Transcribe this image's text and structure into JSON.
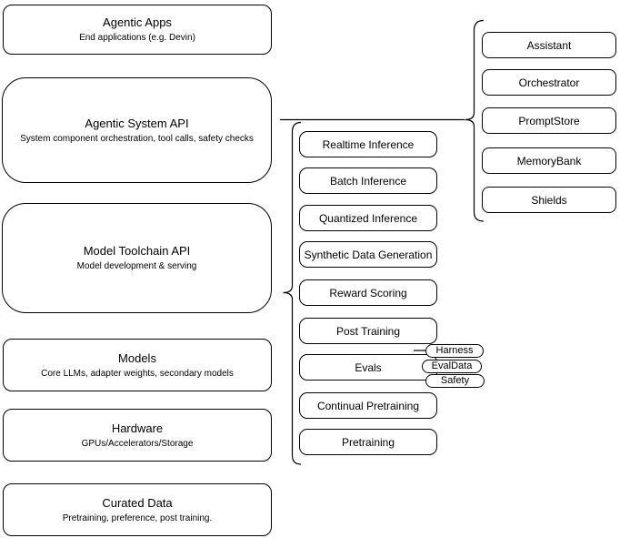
{
  "left_column": [
    {
      "title": "Agentic Apps",
      "subtitle": "End applications (e.g. Devin)"
    },
    {
      "title": "Agentic System API",
      "subtitle": "System component orchestration, tool calls, safety checks"
    },
    {
      "title": "Model Toolchain API",
      "subtitle": "Model development & serving"
    },
    {
      "title": "Models",
      "subtitle": "Core LLMs, adapter weights, secondary models"
    },
    {
      "title": "Hardware",
      "subtitle": "GPUs/Accelerators/Storage"
    },
    {
      "title": "Curated Data",
      "subtitle": "Pretraining, preference, post training."
    }
  ],
  "middle_column": [
    "Realtime Inference",
    "Batch Inference",
    "Quantized Inference",
    "Synthetic Data Generation",
    "Reward Scoring",
    "Post Training",
    "Evals",
    "Continual Pretraining",
    "Pretraining"
  ],
  "eval_pills": [
    "Harness",
    "EvalData",
    "Safety"
  ],
  "right_column": [
    "Assistant",
    "Orchestrator",
    "PromptStore",
    "MemoryBank",
    "Shields"
  ],
  "colors": {
    "stroke": "#000000",
    "fill": "#ffffff",
    "text": "#000000"
  }
}
